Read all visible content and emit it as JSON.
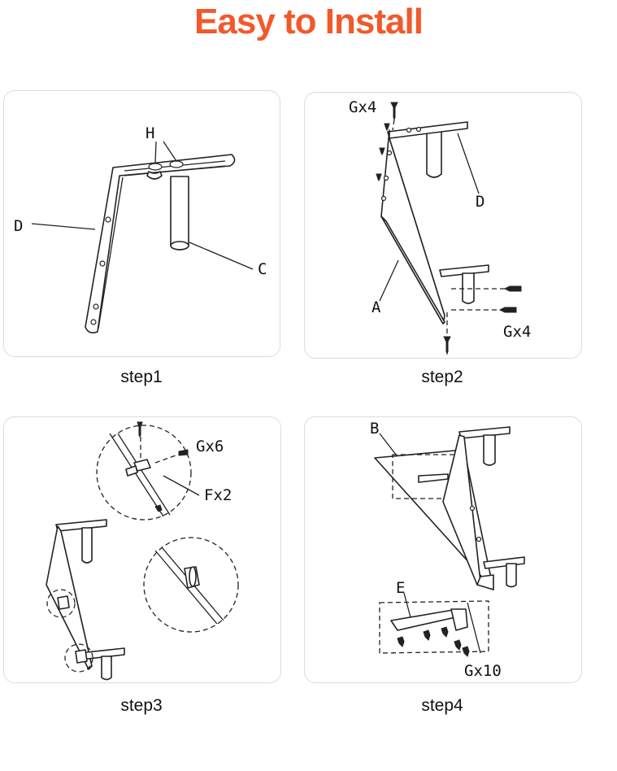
{
  "title": "Easy to Install",
  "colors": {
    "title": "#F2592A",
    "line": "#222222",
    "panel_border": "#DCDCDC"
  },
  "steps": [
    {
      "caption": "step1",
      "labels": {
        "h": "H",
        "d": "D",
        "c": "C"
      }
    },
    {
      "caption": "step2",
      "labels": {
        "g_top": "Gx4",
        "d": "D",
        "a": "A",
        "g_bottom": "Gx4"
      }
    },
    {
      "caption": "step3",
      "labels": {
        "g": "Gx6",
        "f": "Fx2"
      }
    },
    {
      "caption": "step4",
      "labels": {
        "b": "B",
        "e": "E",
        "g": "Gx10"
      }
    }
  ]
}
